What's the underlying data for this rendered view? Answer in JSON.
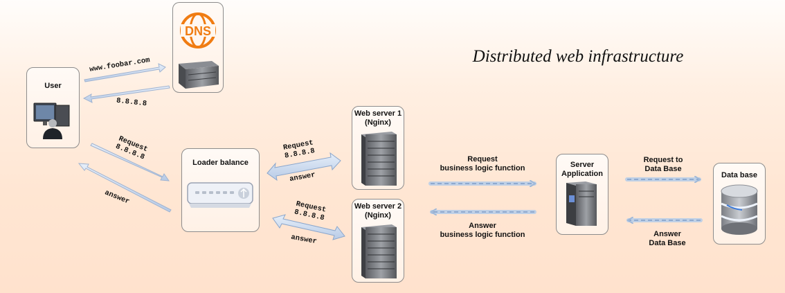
{
  "title": "Distributed web infrastructure",
  "nodes": {
    "user": "User",
    "dns_logo": "DNS",
    "loader": "Loader balance",
    "web1": "Web server 1\n(Nginx)",
    "web2": "Web server 2\n(Nginx)",
    "app": "Server\nApplication",
    "db": "Data base"
  },
  "edges": {
    "user_to_dns": "www.foobar.com",
    "dns_to_user": "8.8.8.8",
    "user_to_lb": "Request\n8.8.8.8",
    "lb_to_user": "answer",
    "lb_web1_request": "Request\n8.8.8.8",
    "lb_web1_answer": "answer",
    "lb_web2_request": "Request\n8.8.8.8",
    "lb_web2_answer": "answer",
    "web_to_app": "Request\nbusiness logic function",
    "app_to_web": "Answer\nbusiness logic function",
    "app_to_db": "Request to\nData Base",
    "db_to_app": "Answer\nData Base"
  }
}
